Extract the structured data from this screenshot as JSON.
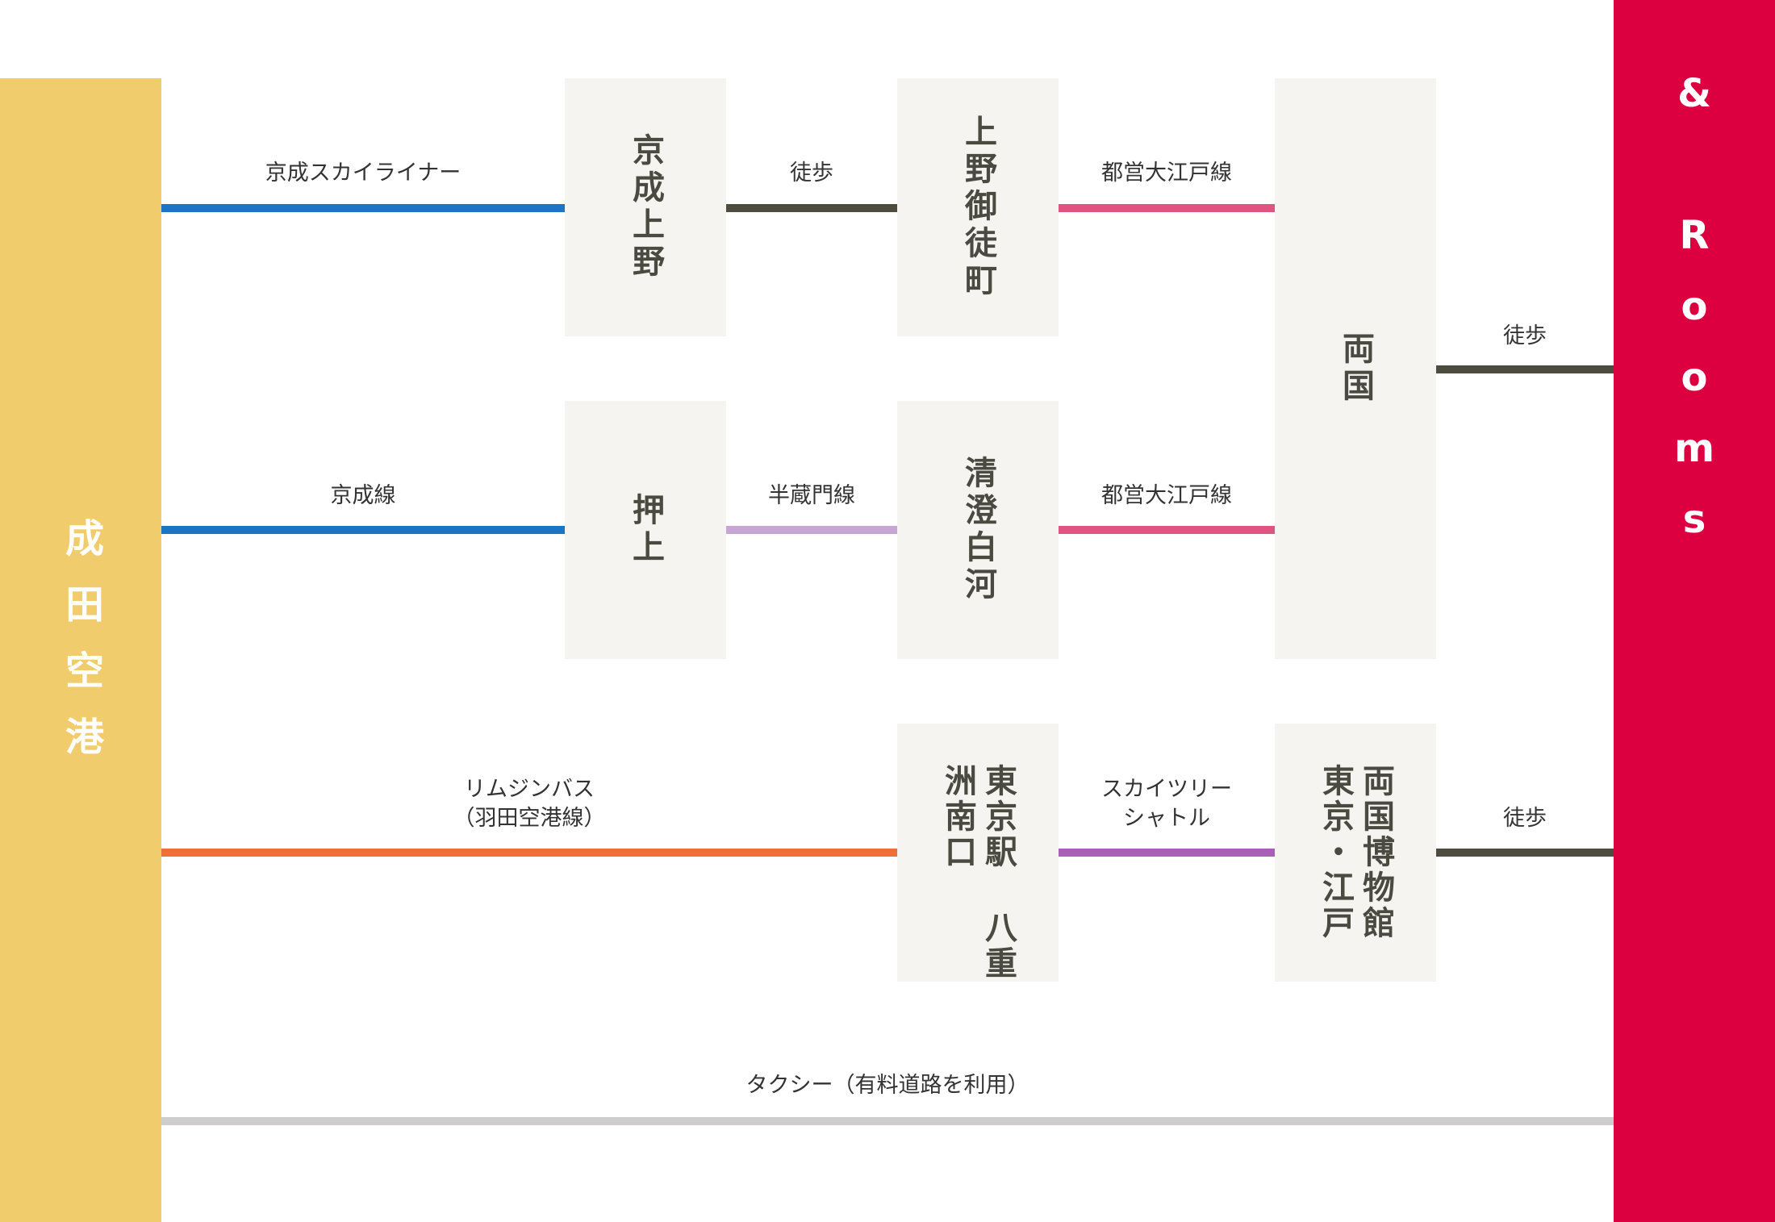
{
  "origin": "成田空港",
  "destination": "& Rooms",
  "stations": {
    "keisei_ueno": "京成上野",
    "ueno_okachimachi": "上野御徒町",
    "ryogoku": "両国",
    "oshiage": "押上",
    "kiyosumi_shirakawa": "清澄白河",
    "tokyo_yaesu_line1": "東京駅",
    "tokyo_yaesu_line2": "八重洲南口",
    "ryogoku_museum_line1": "両国博物館",
    "ryogoku_museum_line2": "東京・江戸"
  },
  "routes": {
    "skyliner": "京成スカイライナー",
    "walk1": "徒歩",
    "oedo1": "都営大江戸線",
    "walk_ryogoku": "徒歩",
    "keisei_line": "京成線",
    "hanzomon": "半蔵門線",
    "oedo2": "都営大江戸線",
    "limousine_line1": "リムジンバス",
    "limousine_line2": "（羽田空港線）",
    "shuttle_line1": "スカイツリー",
    "shuttle_line2": "シャトル",
    "walk_museum": "徒歩",
    "taxi": "タクシー（有料道路を利用）"
  },
  "colors": {
    "origin_bar": "#f0cc6d",
    "destination_bar": "#dc0040",
    "station_box": "#f6f4f0",
    "keisei": "#1a75c4",
    "walk": "#4e4c3e",
    "oedo": "#dd5580",
    "hanzomon": "#c6a6d4",
    "limousine": "#ee7237",
    "shuttle": "#aa5eb8",
    "taxi": "#cfcccd"
  }
}
